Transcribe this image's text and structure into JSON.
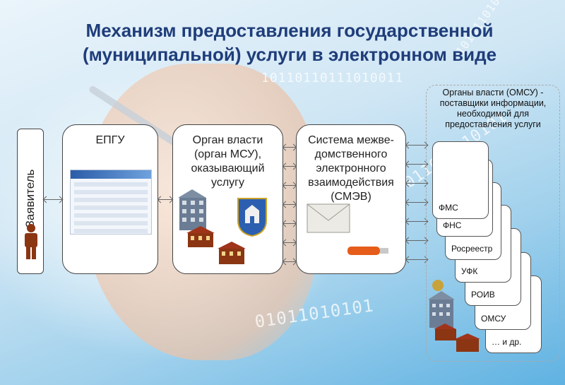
{
  "title_line1": "Механизм предоставления государственной",
  "title_line2": "(муниципальной) услуги в электронном виде",
  "applicant": {
    "label": "Заявитель"
  },
  "epgu": {
    "title": "ЕПГУ"
  },
  "organ": {
    "title": "Орган власти (орган МСУ), оказывающий услугу"
  },
  "smev": {
    "title": "Система межве-домственного электронного взаимодействия (СМЭВ)"
  },
  "suppliers": {
    "title": "Органы власти (ОМСУ) - поставщики информации, необходимой для предоставления услуги",
    "cards": [
      "ФМС",
      "ФНС",
      "Росреестр",
      "УФК",
      "РОИВ",
      "ОМСУ",
      "… и др."
    ]
  },
  "colors": {
    "title": "#1f3d7a",
    "person": "#8b3513",
    "accent": "#e65c1a"
  }
}
